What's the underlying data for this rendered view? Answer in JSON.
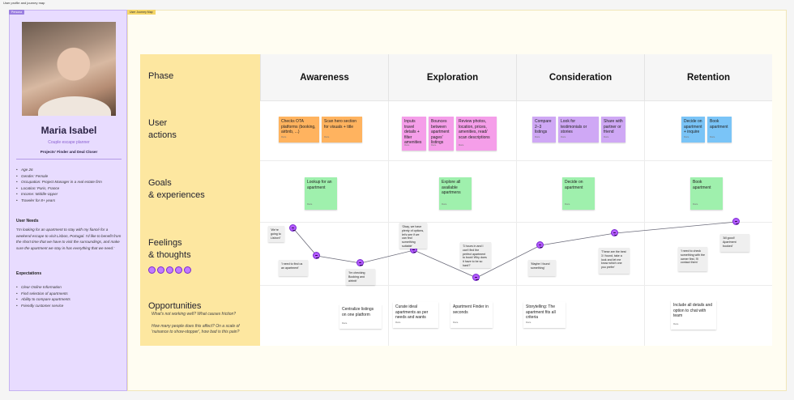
{
  "page_title": "User profile and journey map",
  "persona": {
    "tag": "Persona",
    "name": "Maria Isabel",
    "role": "Couple escape planner",
    "project": "Projects' Finder and Deal Closer",
    "facts": [
      "Age 26",
      "Gender: Female",
      "Occupation: Project Manager in a real estate firm",
      "Location: Paris, France",
      "Income: Middle-Upper",
      "Traveler for 8+ years"
    ],
    "needs_heading": "User Needs",
    "needs_quote": "'I'm looking for an apartment to stay with my fiancé for a weekend escape to visit Lisbon, Portugal. I'd like to benefit from the short time that we have to visit the surroundings, and make sure the apartment we stay in has everything that we need.'",
    "expectations_heading": "Expectations",
    "expectations": [
      "Clear Online Information",
      "Find selection of apartments",
      "Ability to compare apartments",
      "Friendly customer service"
    ]
  },
  "journey": {
    "tag": "User Journey Map",
    "phase_label": "Phase",
    "phases": [
      "Awareness",
      "Exploration",
      "Consideration",
      "Retention"
    ],
    "rows": {
      "actions": "User\nactions",
      "goals": "Goals\n& experiences",
      "feelings": "Feelings\n& thoughts",
      "opportunities": "Opportunities",
      "opportunities_sub1": "What's not working well? What causes friction?",
      "opportunities_sub2": "How many people does this affect? On a scale of 'nuisance to show-stopper', how bad is this pain?"
    },
    "actions": [
      {
        "text": "Checks OTA platforms (booking, airbnb, ...)",
        "color": "orange"
      },
      {
        "text": "Scan hero section for visuals + title",
        "color": "orange"
      },
      {
        "text": "Inputs travel details + filter amenities",
        "color": "pink"
      },
      {
        "text": "Bounces between apartment pages' listings",
        "color": "pink"
      },
      {
        "text": "Review photos, location, prices, amenities, read/ scan descriptions",
        "color": "pink"
      },
      {
        "text": "Compare 2–3 listings",
        "color": "lilac"
      },
      {
        "text": "Look for testimonials or stories",
        "color": "lilac"
      },
      {
        "text": "Share with partner or friend",
        "color": "lilac"
      },
      {
        "text": "Decide on apartment + inquire",
        "color": "blue"
      },
      {
        "text": "Book apartment",
        "color": "blue"
      }
    ],
    "goals": [
      "Lookup for an apartment",
      "Explore all available apartmens",
      "Decide on apartment",
      "Book apartment"
    ],
    "thoughts": [
      "'We're going to Lisbon!'",
      "'I need to find us an apartment'",
      "'I'm checking Booking and airbnb'",
      "'Okay, we have plenty of options, let's see if we can find something suitable'",
      "'3 hours in and I can't find the perfect apartment to book! Why does it have to be so hard?'",
      "'Maybe I found something'",
      "'These are the best 3 I found, take a look and let me know which one you prefer'",
      "'I need to check something with the owner first, I'll contact them'",
      "'All good! Apartment booked'"
    ],
    "opportunities": [
      "Centralize listings on one platform",
      "Curate ideal apartments as per needs and wants",
      "Apartment Finder in seconds",
      "Storytelling: The apartment fits all criteria",
      "Include all details and option to chat with team"
    ]
  }
}
